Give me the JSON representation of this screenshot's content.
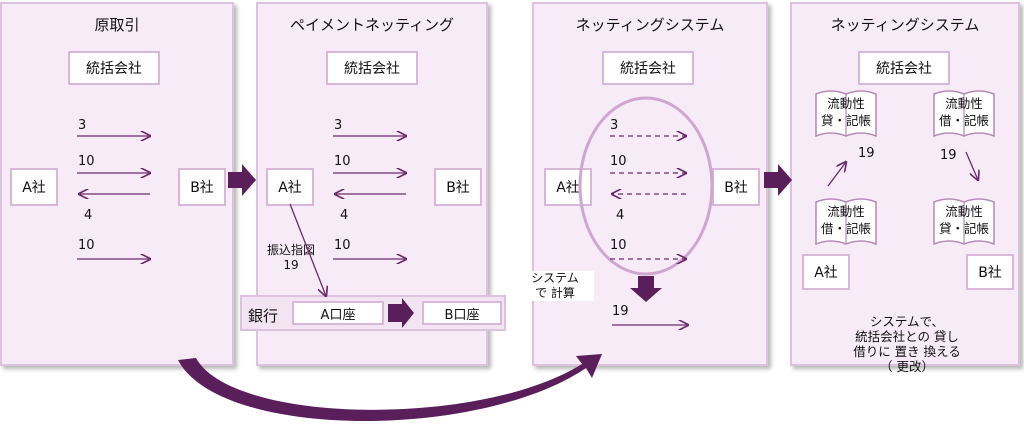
{
  "panels": [
    {
      "title": "原取引",
      "company": "統括会社",
      "party_a": "A社",
      "party_b": "B社",
      "flows": [
        "3",
        "10",
        "4",
        "10"
      ]
    },
    {
      "title": "ペイメントネッティング",
      "company": "統括会社",
      "party_a": "A社",
      "party_b": "B社",
      "flows": [
        "3",
        "10",
        "4",
        "10"
      ],
      "transfer_label": "振込指図",
      "transfer_amount": "19",
      "bank_label": "銀行",
      "account_a": "A口座",
      "account_b": "B口座"
    },
    {
      "title": "ネッティングシステム",
      "company": "統括会社",
      "party_a": "A社",
      "party_b": "B社",
      "flows": [
        "3",
        "10",
        "4",
        "10"
      ],
      "system_note": [
        "システム",
        "で 計算"
      ],
      "result": "19"
    },
    {
      "title": "ネッティングシステム",
      "company": "統括会社",
      "ledger_line1": "流動性",
      "ledger_line2_tl": "貸・記帳",
      "ledger_line2_tr": "借・記帳",
      "ledger_line2_bl": "借・記帳",
      "ledger_line2_br": "貸・記帳",
      "amount_left": "19",
      "amount_right": "19",
      "party_a": "A社",
      "party_b": "B社",
      "note": [
        "システムで、",
        "統括会社との 貸し",
        "借りに 置き 換える",
        "（ 更改）"
      ]
    }
  ],
  "colors": {
    "panel_fill": "#f7ebf7",
    "panel_border": "#dcc2dc",
    "arrow": "#6b2a6b",
    "block_arrow": "#5a1f5a"
  }
}
